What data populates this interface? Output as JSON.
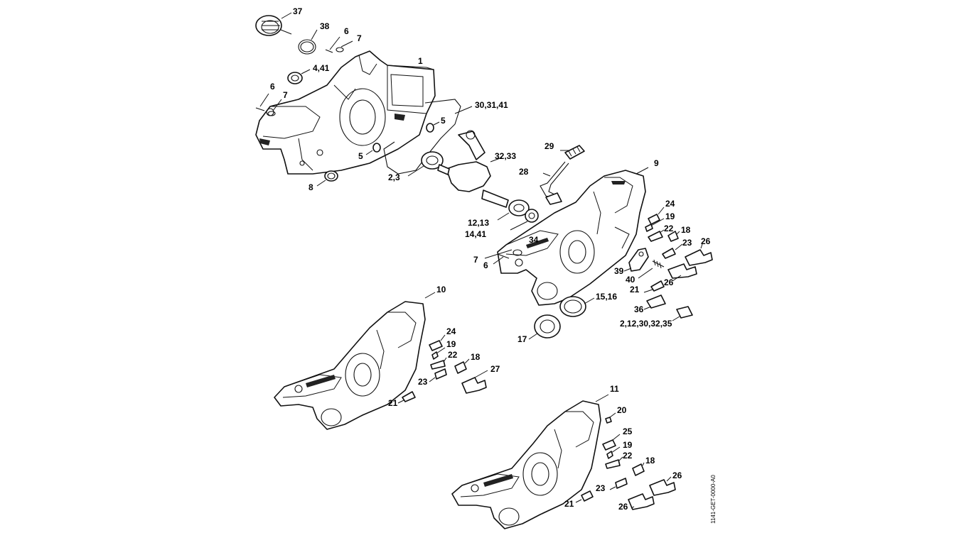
{
  "diagram_code": "1141-GET-0000-A0",
  "part_labels": [
    "37",
    "38",
    "6",
    "7",
    "1",
    "4,41",
    "6",
    "7",
    "30,31,41",
    "5",
    "5",
    "29",
    "32,33",
    "2,3",
    "8",
    "28",
    "9",
    "24",
    "19",
    "22",
    "18",
    "12,13",
    "14,41",
    "34",
    "23",
    "26",
    "7",
    "6",
    "39",
    "40",
    "21",
    "26",
    "15,16",
    "36",
    "2,12,30,32,35",
    "17",
    "10",
    "24",
    "19",
    "22",
    "18",
    "27",
    "23",
    "21",
    "11",
    "20",
    "25",
    "19",
    "22",
    "18",
    "26",
    "23",
    "21",
    "26"
  ]
}
